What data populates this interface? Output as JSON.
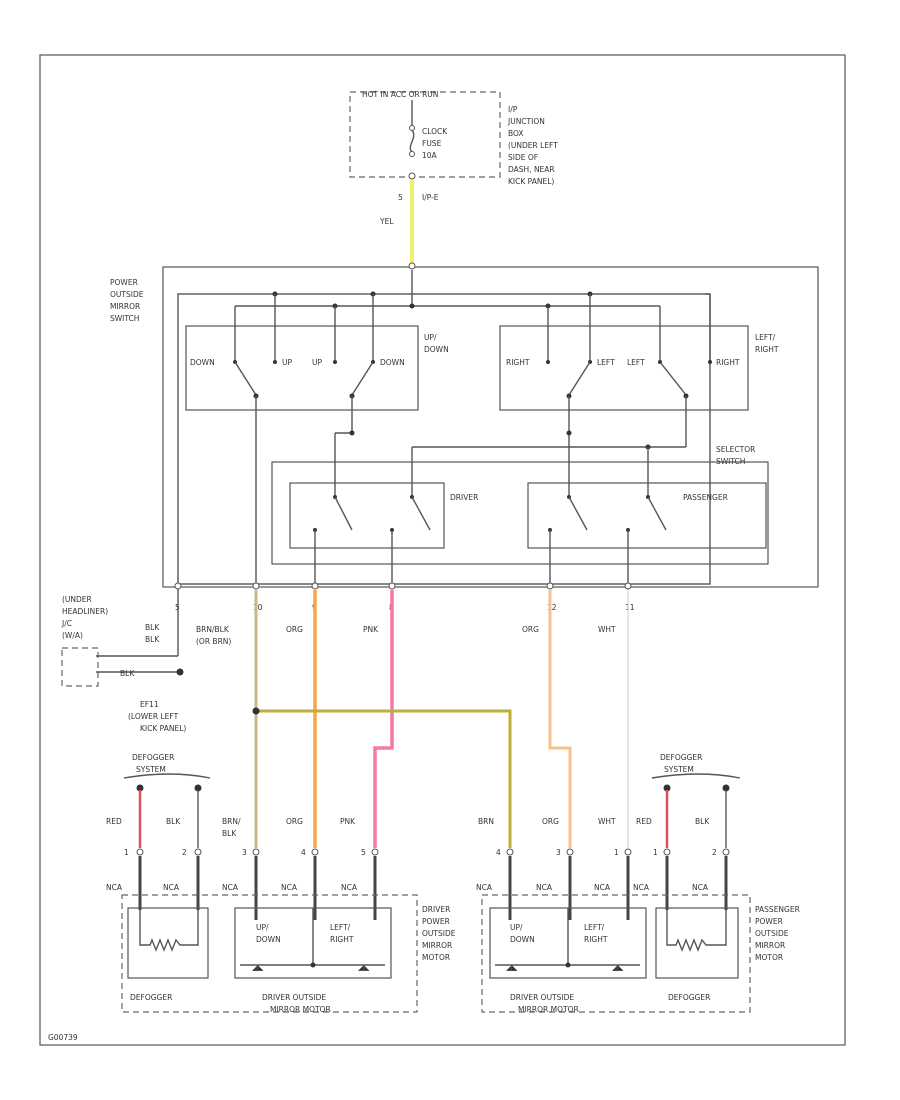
{
  "header": {
    "hot_label": "HOT IN ACC OR RUN"
  },
  "fuse": {
    "line1": "CLOCK",
    "line2": "FUSE",
    "line3": "10A",
    "jb": [
      "I/P",
      "JUNCTION",
      "BOX",
      "(UNDER LEFT",
      "SIDE OF",
      "DASH, NEAR",
      "KICK PANEL)"
    ],
    "pin": "5",
    "connector": "I/P-E",
    "wire": "YEL"
  },
  "switch": {
    "label": [
      "POWER",
      "OUTSIDE",
      "MIRROR",
      "SWITCH"
    ],
    "updown": [
      "UP/",
      "DOWN"
    ],
    "leftright": [
      "LEFT/",
      "RIGHT"
    ],
    "contacts": [
      "DOWN",
      "UP",
      "UP",
      "DOWN",
      "RIGHT",
      "LEFT",
      "LEFT",
      "RIGHT"
    ],
    "selector": [
      "SELECTOR",
      "SWITCH"
    ],
    "driver": "DRIVER",
    "passenger": "PASSENGER"
  },
  "ground": {
    "label": [
      "(UNDER",
      "HEADLINER)",
      "J/C",
      "(W/A)"
    ],
    "blk": "BLK"
  },
  "pins": [
    "5",
    "10",
    "9",
    "8",
    "12",
    "11"
  ],
  "wires": {
    "blk": "BLK",
    "brn_blk": [
      "BRN/BLK",
      "(OR BRN)"
    ],
    "org": "ORG",
    "pnk": "PNK",
    "org2": "ORG",
    "wht": "WHT"
  },
  "splice": [
    "EF11",
    "(LOWER LEFT",
    "KICK PANEL)"
  ],
  "defogger_sw": [
    "DEFOGGER",
    "SYSTEM"
  ],
  "lower_wires": {
    "red": "RED",
    "blk": "BLK",
    "brn_blk": [
      "BRN/",
      "BLK"
    ],
    "org": "ORG",
    "pnk": "PNK",
    "brn": "BRN",
    "org2": "ORG",
    "wht": "WHT",
    "red2": "RED",
    "blk2": "BLK"
  },
  "term_nums": [
    "1",
    "2",
    "3",
    "4",
    "5",
    "4",
    "3",
    "1",
    "1",
    "2"
  ],
  "nca": "NCA",
  "motor": {
    "updown": [
      "UP/",
      "DOWN"
    ],
    "leftright": [
      "LEFT/",
      "RIGHT"
    ],
    "defogger": "DEFOGGER",
    "driver_motor": [
      "DRIVER OUTSIDE",
      "MIRROR MOTOR"
    ],
    "driver_side": [
      "DRIVER",
      "POWER",
      "OUTSIDE",
      "MIRROR",
      "MOTOR"
    ],
    "pass_side": [
      "PASSENGER",
      "POWER",
      "OUTSIDE",
      "MIRROR",
      "MOTOR"
    ]
  },
  "footer_code": "G00739",
  "colors": {
    "yellow": "#f2f26a",
    "orange": "#f7a64a",
    "pink": "#f47aa5",
    "tan": "#c9b98a",
    "olive": "#bfae3a",
    "red": "#e0505a",
    "light_orange": "#f9c28a"
  }
}
